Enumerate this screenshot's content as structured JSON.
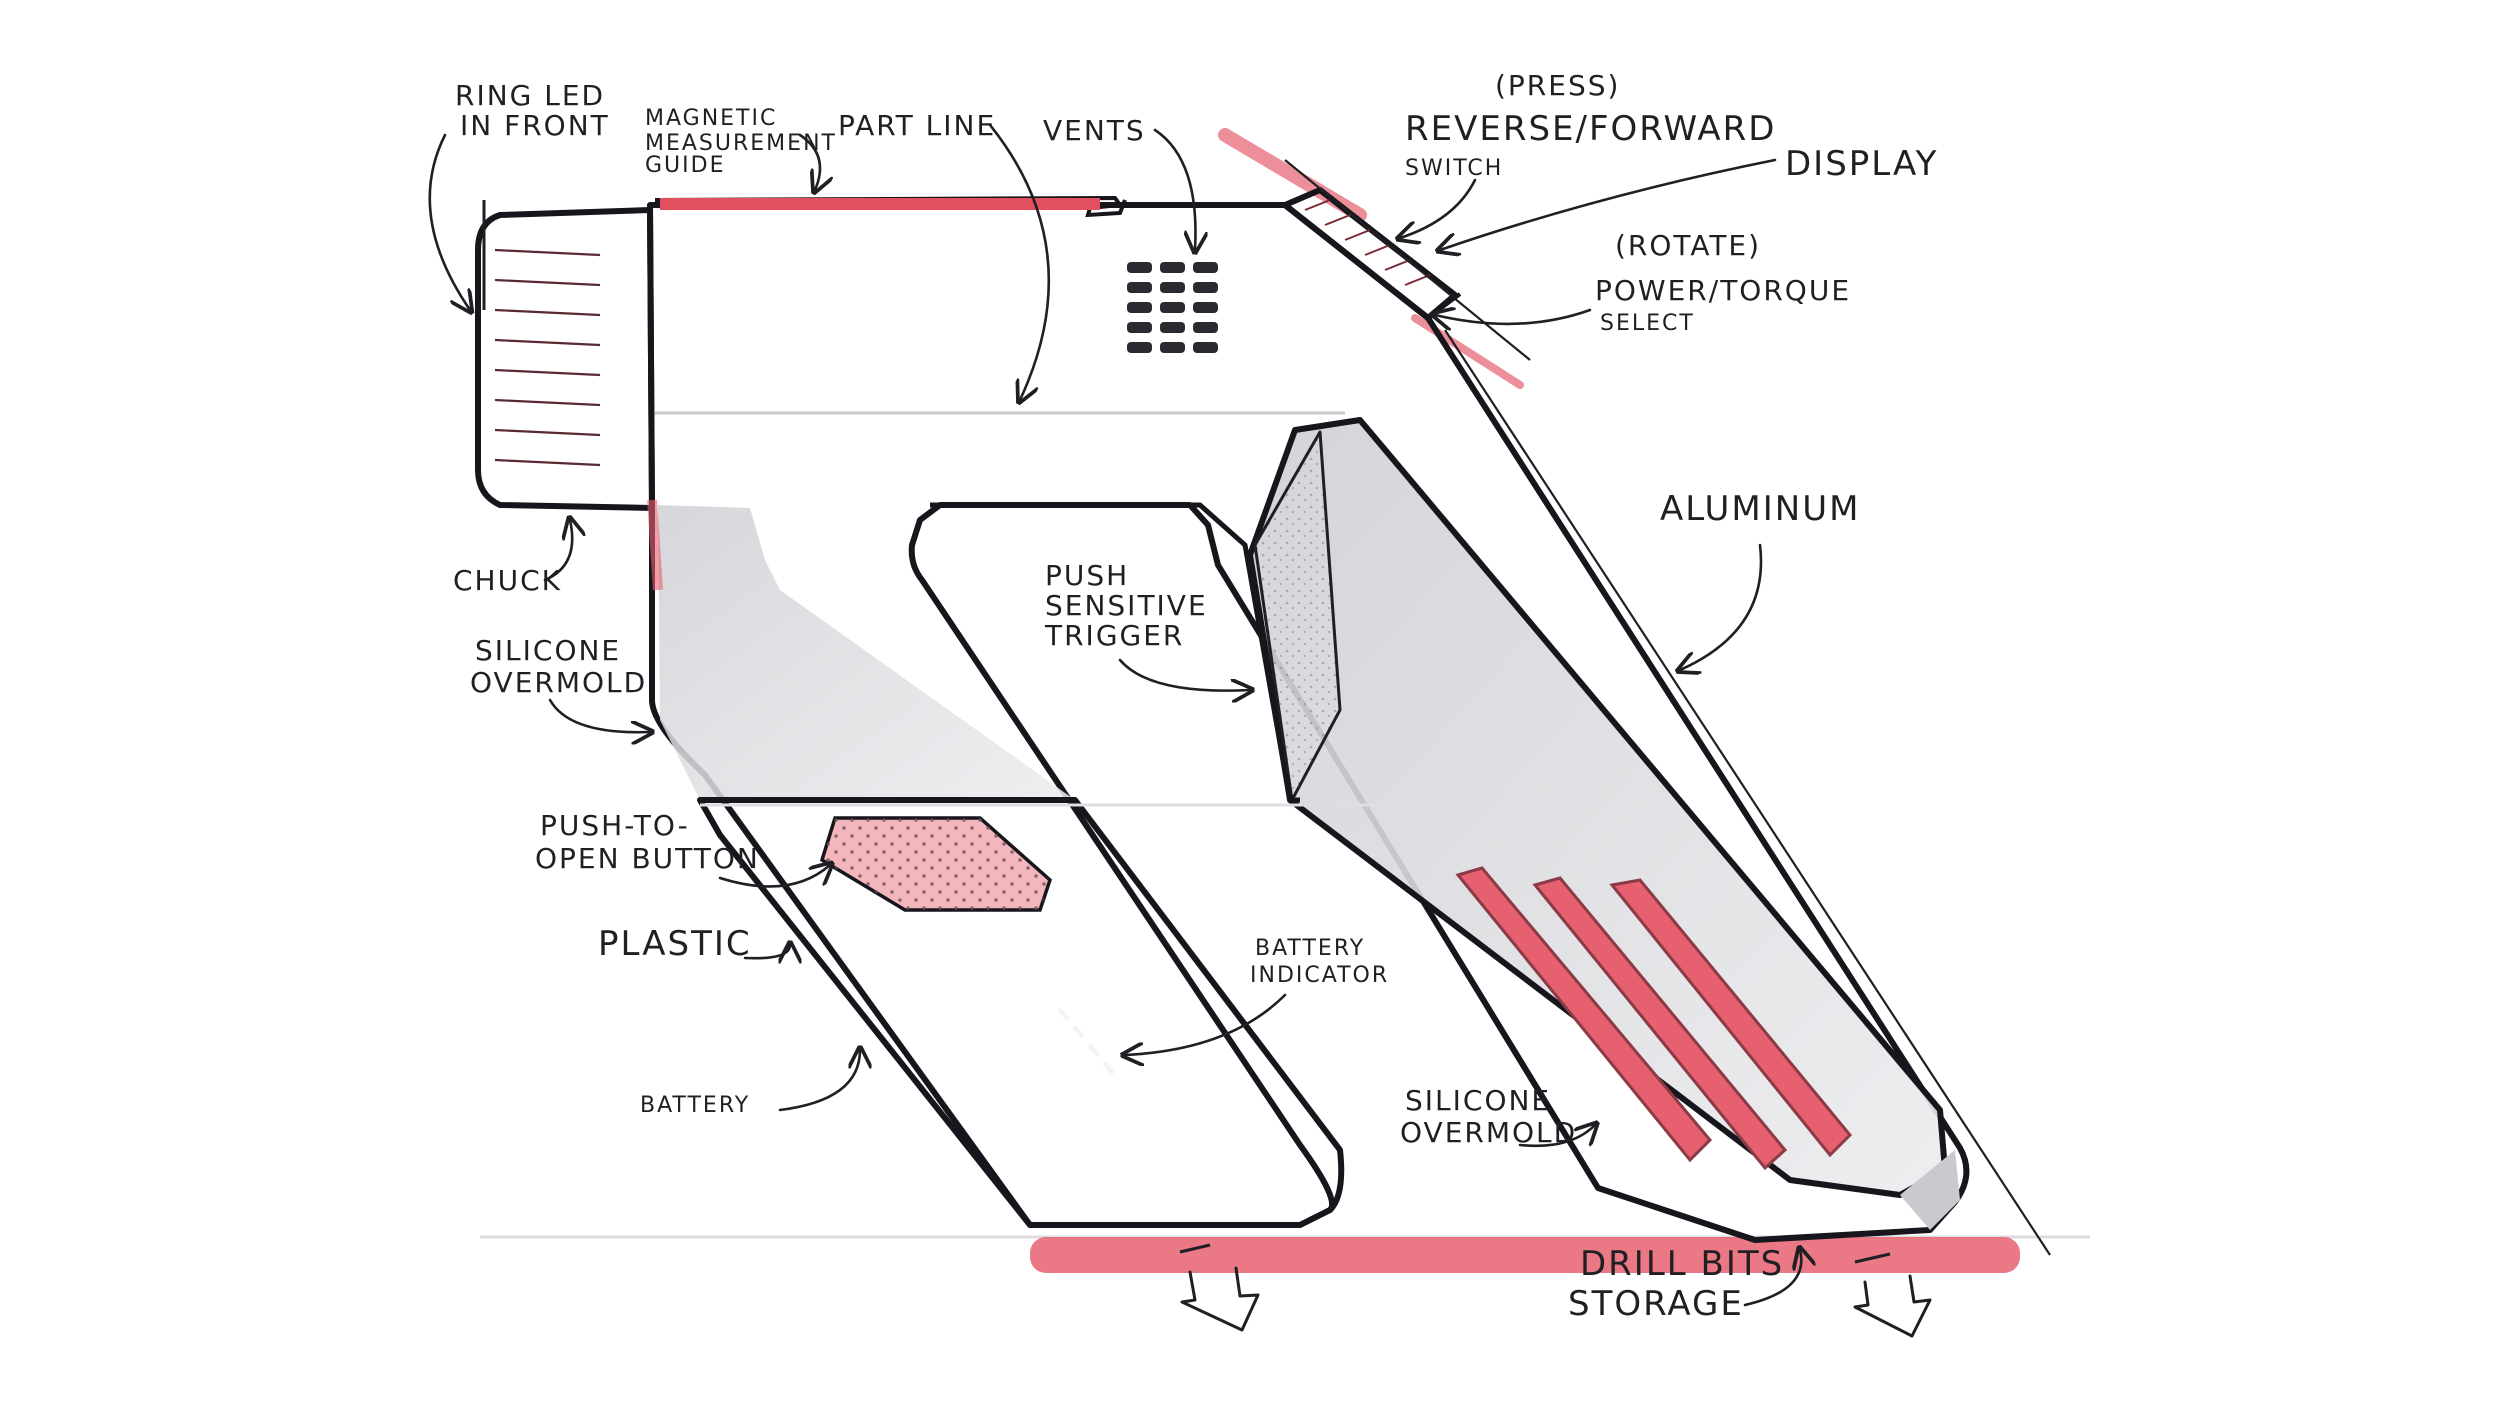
{
  "colors": {
    "accent_red": "#e2505f",
    "body_white": "#f4f4f8",
    "body_grey": "#d9d9dd",
    "ink": "#1a1920"
  },
  "labels": {
    "ring_led": [
      "RING LED",
      "IN FRONT"
    ],
    "magnetic_guide": [
      "MAGNETIC",
      "MEASUREMENT",
      "GUIDE"
    ],
    "part_line": "PART LINE",
    "vents": "VENTS",
    "press": "(PRESS)",
    "reverse_forward": "REVERSE/FORWARD",
    "switch": "SWITCH",
    "display": "DISPLAY",
    "rotate": "(ROTATE)",
    "power_torque": "POWER/TORQUE",
    "select": "SELECT",
    "aluminum": "ALUMINUM",
    "chuck": "CHUCK",
    "silicone_overmold_left": [
      "SILICONE",
      "OVERMOLD"
    ],
    "push_sensitive_trigger": [
      "PUSH",
      "SENSITIVE",
      "TRIGGER"
    ],
    "push_to_open": [
      "PUSH-TO-",
      "OPEN BUTTON"
    ],
    "plastic": "PLASTIC",
    "battery_indicator": [
      "BATTERY",
      "INDICATOR"
    ],
    "battery": "BATTERY",
    "silicone_overmold_right": [
      "SILICONE",
      "OVERMOLD"
    ],
    "drill_bits_storage": [
      "DRILL BITS",
      "STORAGE"
    ]
  }
}
